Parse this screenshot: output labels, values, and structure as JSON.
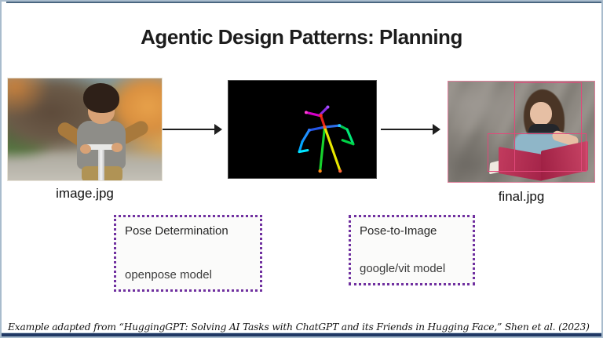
{
  "title": "Agentic Design Patterns: Planning",
  "pipeline": {
    "input_label": "image.jpg",
    "output_label": "final.jpg"
  },
  "steps": [
    {
      "task": "Pose Determination",
      "model": "openpose model"
    },
    {
      "task": "Pose-to-Image",
      "model": "google/vit model"
    }
  ],
  "caption": "Example adapted from “HuggingGPT: Solving AI Tasks with ChatGPT and its Friends in Hugging Face,” Shen et al. (2023)",
  "colors": {
    "step_border_purple": "#7030a0",
    "frame_blue": "#a9bccd",
    "bottom_bar_navy": "#203864",
    "bbox_pink": "#e0497a"
  },
  "icons": {
    "arrow_right": "→"
  }
}
